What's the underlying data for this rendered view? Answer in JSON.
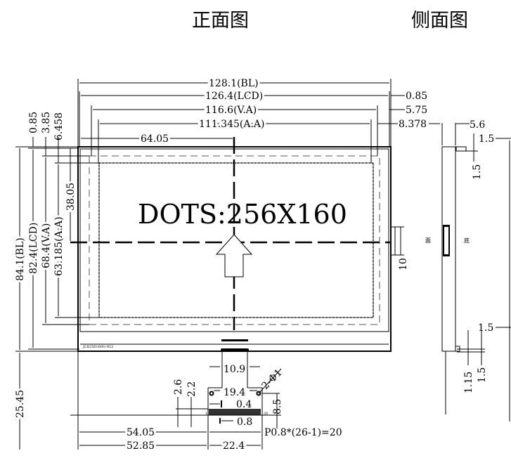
{
  "titles": {
    "front": "正面图",
    "side": "侧面图"
  },
  "center_label": "DOTS:256X160",
  "part_number": "JLX256160G-922",
  "top_dims": {
    "bl": "128.1(BL)",
    "lcd": "126.4(LCD)",
    "va": "116.6(V.A)",
    "aa": "111.345(A.A)",
    "center": "64.05",
    "r1": "0.85",
    "r2": "5.75",
    "r3": "8.378"
  },
  "left_dims": {
    "bl": "84.1(BL)",
    "lcd": "82.4(LCD)",
    "va": "68.4(V.A)",
    "aa": "63.185(A.A)",
    "center": "38.05",
    "t1": "0.85",
    "t2": "3.85",
    "t3": "6.458",
    "bottom": "25.45"
  },
  "right_dims": {
    "connector": "10"
  },
  "fpc_dims": {
    "w1": "10.9",
    "w2": "19.4",
    "hole": "2-Φ1",
    "pitch_w": "0.4",
    "pitch": "0.8",
    "h1": "2.6",
    "h2": "2.2",
    "h3": "8.5",
    "pin_first": "1",
    "pin_last": "26",
    "d1": "54.05",
    "d2": "52.85",
    "d3": "22.4",
    "pitch_formula": "P0.8*(26-1)=20"
  },
  "side_dims": {
    "thick": "5.6",
    "a": "1.5",
    "b": "1.5",
    "c": "1.5",
    "d": "1.15",
    "e": "1.5",
    "face": "面",
    "bottom": "底"
  }
}
